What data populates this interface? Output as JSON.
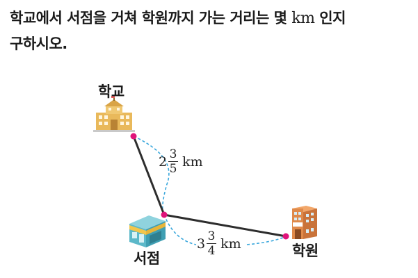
{
  "question": {
    "line1_before": "학교에서 서점을 거쳐 학원까지 가는 거리는 몇 ",
    "unit": "km",
    "line1_after": " 인지",
    "line2": "구하시오."
  },
  "places": {
    "school": "학교",
    "bookstore": "서점",
    "academy": "학원"
  },
  "distances": {
    "school_bookstore": {
      "whole": "2",
      "numerator": "3",
      "denominator": "5",
      "unit": "km"
    },
    "bookstore_academy": {
      "whole": "3",
      "numerator": "3",
      "denominator": "4",
      "unit": "km"
    }
  },
  "colors": {
    "path": "#2d2d2d",
    "point": "#e0137b",
    "dashed_arc": "#3aa7dc",
    "school_building": "#e9b95b",
    "bookstore_building": "#5cb8c9",
    "academy_building": "#e08a4a"
  },
  "icons": [
    "school-building-icon",
    "bookstore-building-icon",
    "academy-building-icon"
  ]
}
